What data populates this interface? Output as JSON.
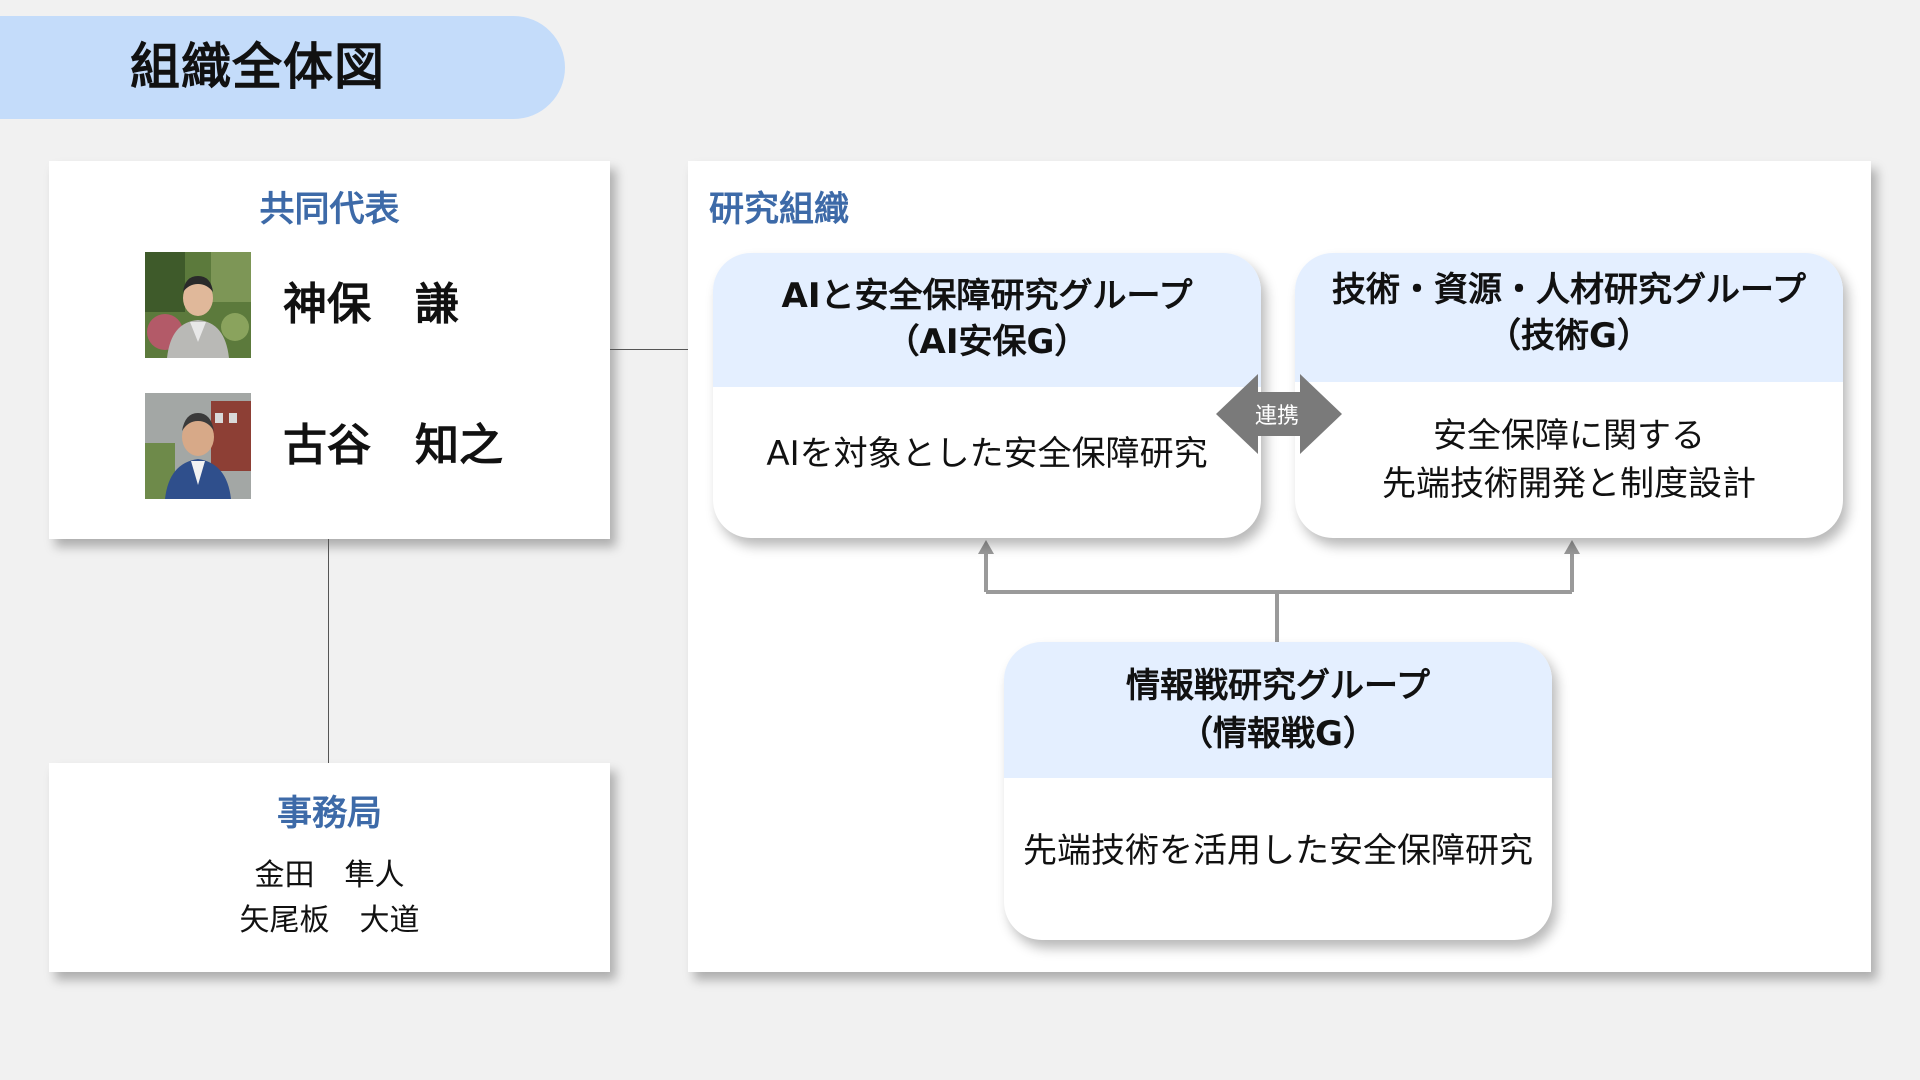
{
  "header": {
    "title": "組織全体図"
  },
  "representatives": {
    "title": "共同代表",
    "members": [
      {
        "name": "神保　謙"
      },
      {
        "name": "古谷　知之"
      }
    ]
  },
  "office": {
    "title": "事務局",
    "members": [
      {
        "name": "金田　隼人"
      },
      {
        "name": "矢尾板　大道"
      }
    ]
  },
  "research": {
    "title": "研究組織",
    "groups": [
      {
        "name_line1": "AIと安全保障研究グループ",
        "name_line2": "（AI安保G）",
        "description_line1": "AIを対象とした安全保障研究",
        "description_line2": ""
      },
      {
        "name_line1": "技術・資源・人材研究グループ",
        "name_line2": "（技術G）",
        "description_line1": "安全保障に関する",
        "description_line2": "先端技術開発と制度設計"
      },
      {
        "name_line1": "情報戦研究グループ",
        "name_line2": "（情報戦G）",
        "description_line1": "先端技術を活用した安全保障研究",
        "description_line2": ""
      }
    ],
    "collaboration_label": "連携"
  },
  "colors": {
    "background": "#f1f1f1",
    "title_pill": "#c4dcfa",
    "section_title": "#3d6aa8",
    "group_header": "#e4efff",
    "arrow": "#888888"
  }
}
